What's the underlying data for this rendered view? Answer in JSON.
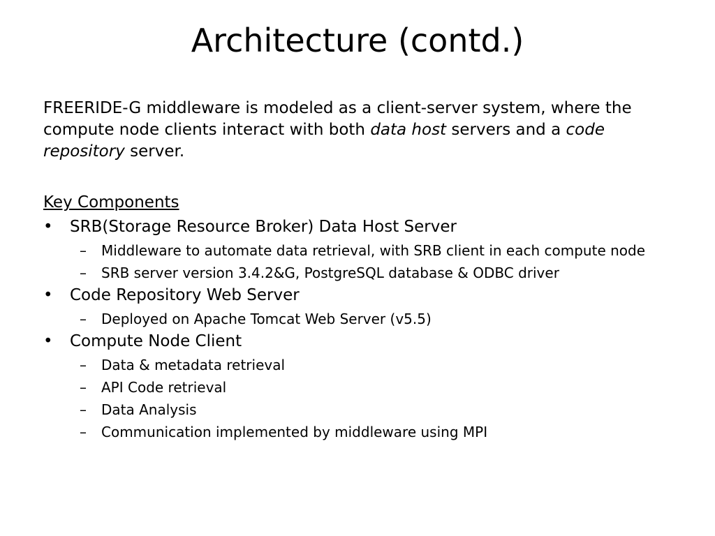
{
  "slide": {
    "title": "Architecture (contd.)",
    "intro": {
      "part1": "FREERIDE-G middleware is modeled as a client-server system, where the compute node clients interact with both ",
      "italic1": "data host",
      "part2": " servers and a ",
      "italic2": "code repository",
      "part3": " server."
    },
    "section_heading": "Key Components",
    "bullet_glyph": "•",
    "sub_glyph": "–",
    "bullets": [
      {
        "text": "SRB(Storage Resource Broker) Data Host Server",
        "subs": [
          "Middleware to automate data retrieval, with SRB client in each compute node",
          "SRB server version 3.4.2&G, PostgreSQL database & ODBC driver"
        ]
      },
      {
        "text": "Code Repository Web Server",
        "subs": [
          "Deployed on Apache Tomcat Web Server (v5.5)"
        ]
      },
      {
        "text": "Compute Node Client",
        "subs": [
          "Data & metadata retrieval",
          "API Code retrieval",
          "Data Analysis",
          "Communication implemented by middleware using MPI"
        ]
      }
    ]
  }
}
